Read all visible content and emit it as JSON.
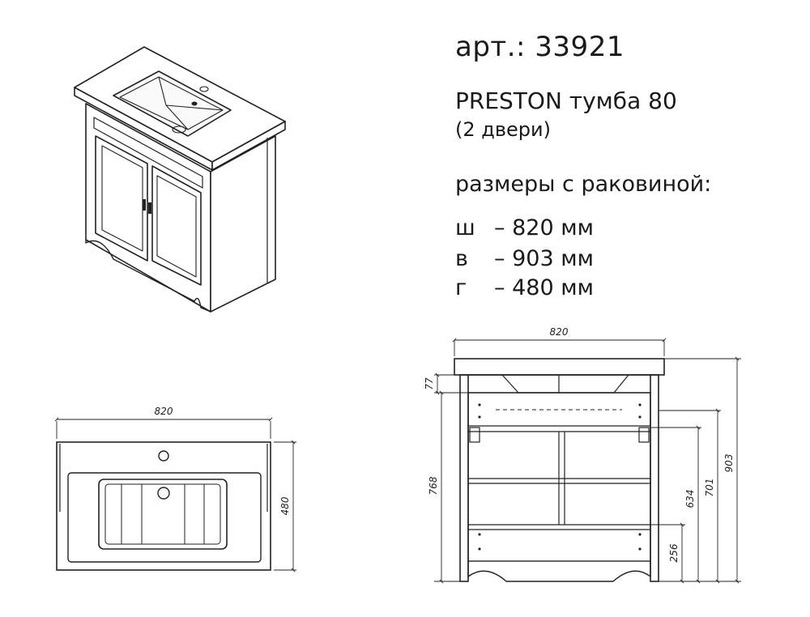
{
  "article": "арт.: 33921",
  "product": "PRESTON тумба 80",
  "doors": "(2 двери)",
  "dimensions_heading": "размеры с раковиной:",
  "dimensions": [
    {
      "key": "ш",
      "value": "– 820 мм"
    },
    {
      "key": "в",
      "value": "– 903 мм"
    },
    {
      "key": "г",
      "value": "– 480 мм"
    }
  ],
  "top_view": {
    "width": "820",
    "depth": "480"
  },
  "front_view": {
    "width": "820",
    "basin_rim": "77",
    "body_height": "768",
    "h634": "634",
    "h701": "701",
    "h903": "903",
    "h256": "256"
  }
}
